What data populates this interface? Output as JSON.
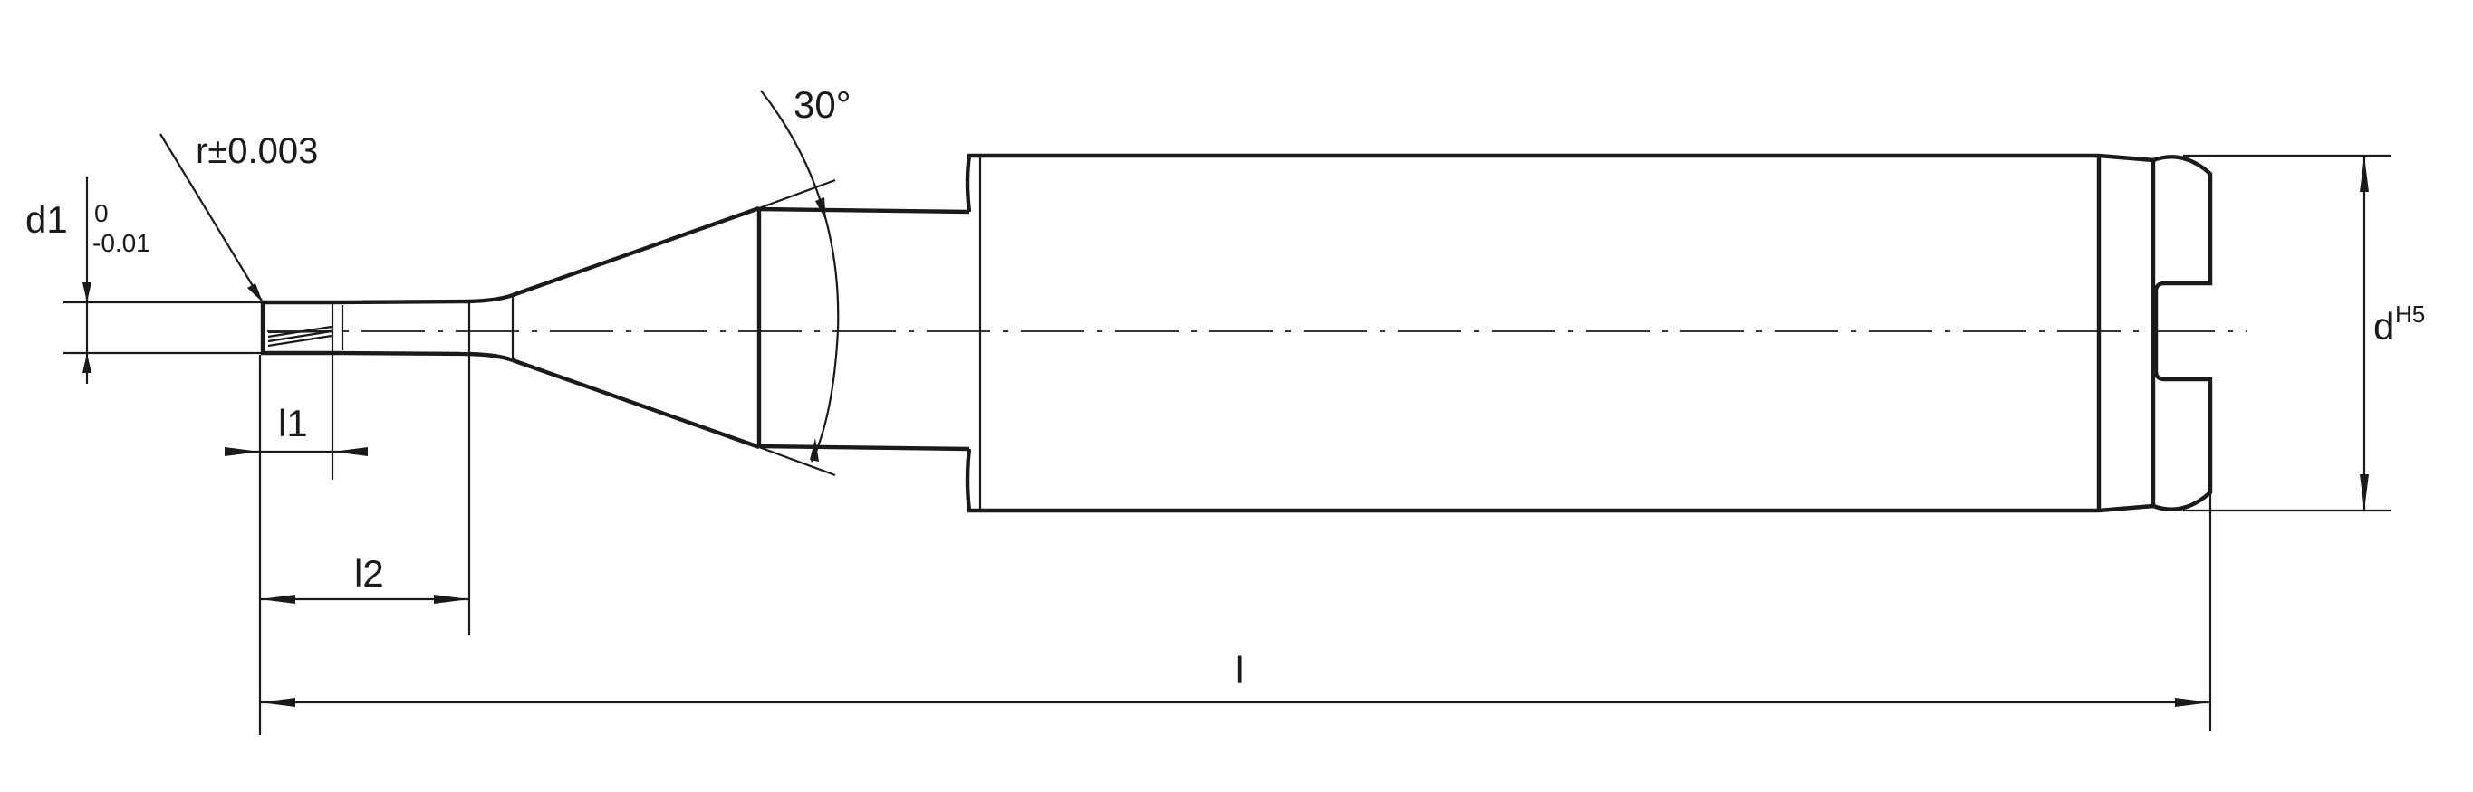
{
  "drawing": {
    "labels": {
      "d1": "d1",
      "d1_tol_upper": "0",
      "d1_tol_lower": "-0.01",
      "radius": "r±0.003",
      "angle": "30°",
      "l1": "l1",
      "l2": "l2",
      "l": "l",
      "d": "d",
      "d_fit": "H5"
    },
    "colors": {
      "line": "#1a1a1a",
      "background": "#ffffff"
    }
  }
}
